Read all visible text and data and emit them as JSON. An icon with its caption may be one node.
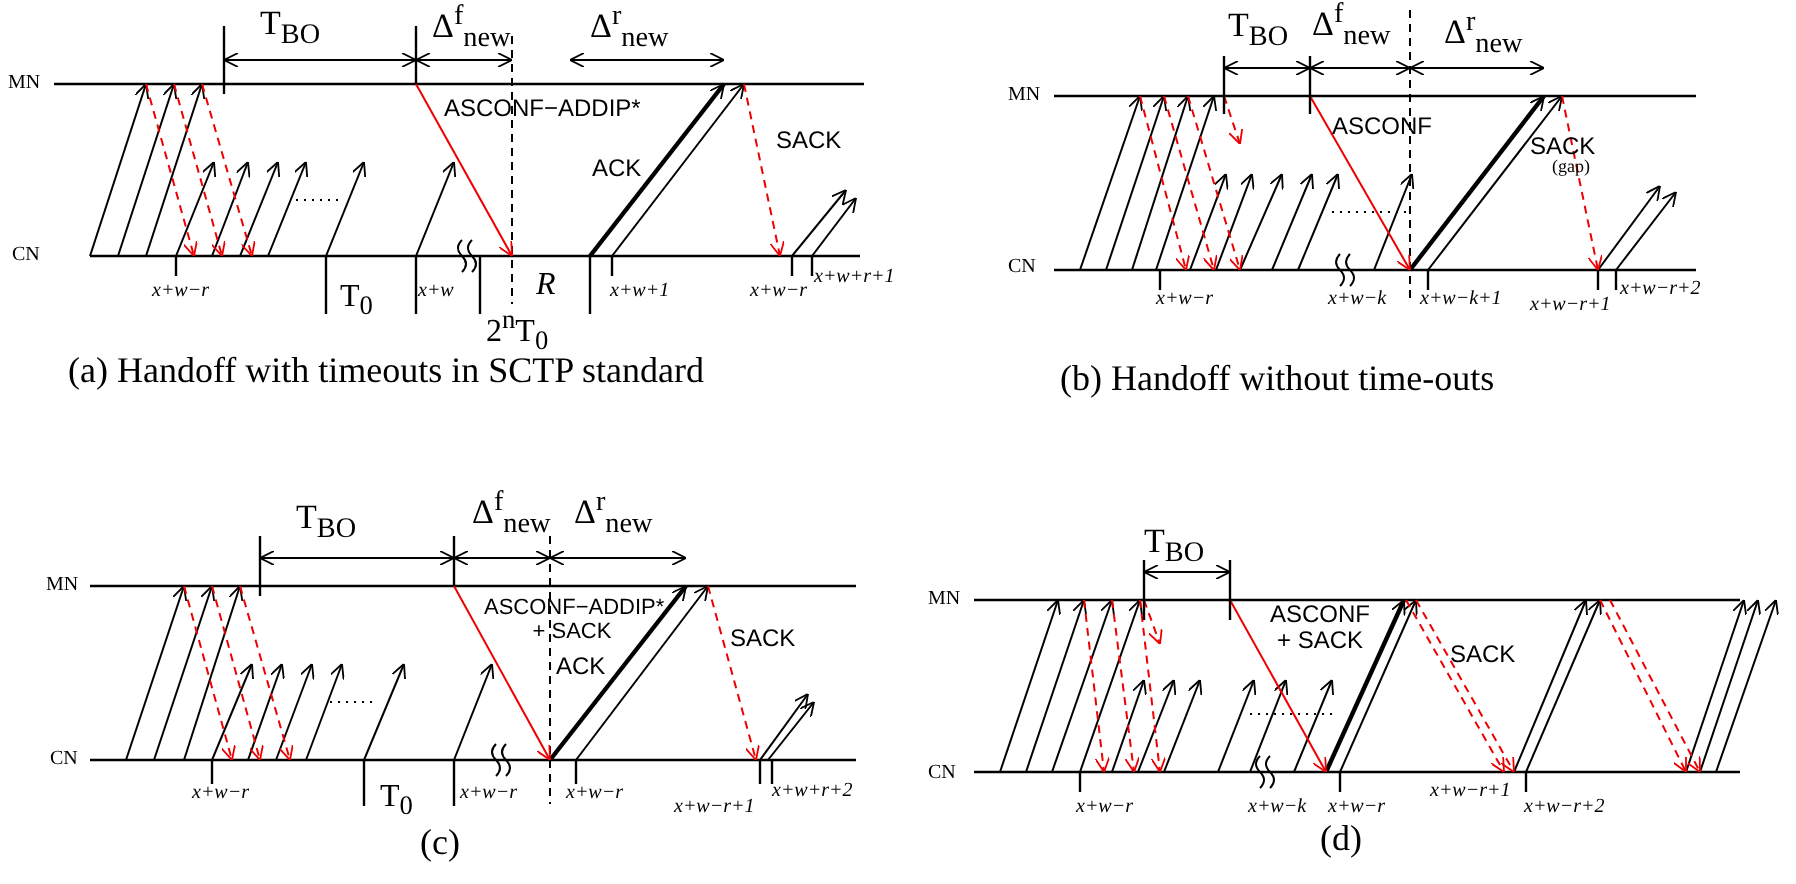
{
  "diagram": {
    "labels": [
      "T$_{BO}$",
      "Δ$^{f}$$_{new}$",
      "Δ$^{r}$$_{new}$",
      "MN",
      "ASCONF−ADDIP*",
      "SACK",
      "ACK",
      "CN",
      "x+w−r",
      "T$_{0}$",
      "x+w",
      "R",
      "x+w+1",
      "x+w−r",
      "x+w+r+1",
      "2$^{n}$T$_{0}$",
      "(a) Handoff with timeouts in SCTP standard",
      "T$_{BO}$",
      "Δ$^{f}$$_{new}$",
      "Δ$^{r}$$_{new}$",
      "MN",
      "ASCONF",
      "SACK",
      "(gap)",
      "CN",
      "x+w−r",
      "x+w−k",
      "x+w−k+1",
      "x+w−r+1",
      "x+w−r+2",
      "(b) Handoff without time-outs",
      "T$_{BO}$",
      "Δ$^{f}$$_{new}$",
      "Δ$^{r}$$_{new}$",
      "MN",
      "ASCONF−ADDIP* + SACK",
      "ACK",
      "SACK",
      "CN",
      "x+w−r",
      "T$_{0}$",
      "x+w−r",
      "x+w−r",
      "x+w−r+1",
      "x+w+r+2",
      "(c)",
      "T$_{BO}$",
      "MN",
      "ASCONF + SACK",
      "SACK",
      "CN",
      "x+w−r",
      "x+w−k",
      "x+w−r",
      "x+w−r+1",
      "x+w−r+2",
      "(d)"
    ]
  }
}
